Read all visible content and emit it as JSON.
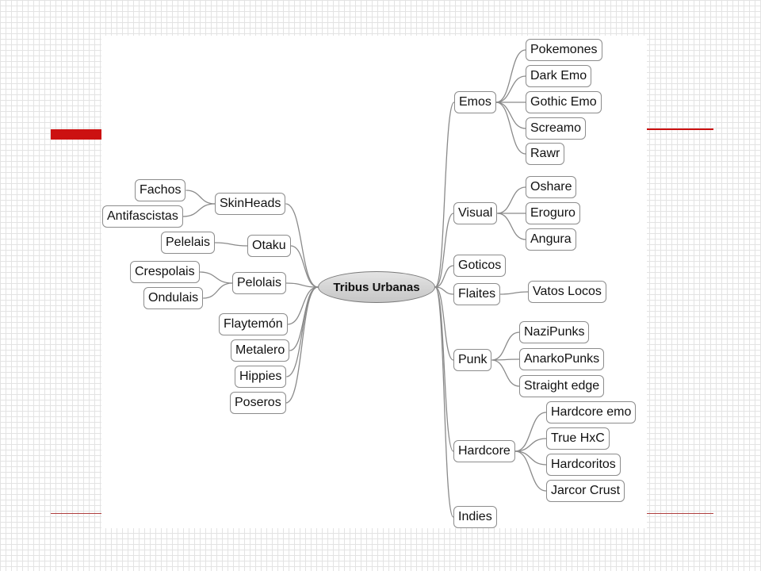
{
  "root": "Tribus Urbanas",
  "branches": {
    "skinheads": {
      "label": "SkinHeads",
      "children": [
        "Fachos",
        "Antifascistas"
      ]
    },
    "otaku": {
      "label": "Otaku",
      "children": [
        "Pelelais"
      ]
    },
    "pelolais": {
      "label": "Pelolais",
      "children": [
        "Crespolais",
        "Ondulais"
      ]
    },
    "flaytemon": {
      "label": "Flaytemón"
    },
    "metalero": {
      "label": "Metalero"
    },
    "hippies": {
      "label": "Hippies"
    },
    "poseros": {
      "label": "Poseros"
    },
    "emos": {
      "label": "Emos",
      "children": [
        "Pokemones",
        "Dark Emo",
        "Gothic Emo",
        "Screamo",
        "Rawr"
      ]
    },
    "visual": {
      "label": "Visual",
      "children": [
        "Oshare",
        "Eroguro",
        "Angura"
      ]
    },
    "goticos": {
      "label": "Goticos"
    },
    "flaites": {
      "label": "Flaites",
      "children": [
        "Vatos Locos"
      ]
    },
    "punk": {
      "label": "Punk",
      "children": [
        "NaziPunks",
        "AnarkoPunks",
        "Straight edge"
      ]
    },
    "hardcore": {
      "label": "Hardcore",
      "children": [
        "Hardcore emo",
        "True HxC",
        "Hardcoritos",
        "Jarcor Crust"
      ]
    },
    "indies": {
      "label": "Indies"
    }
  }
}
